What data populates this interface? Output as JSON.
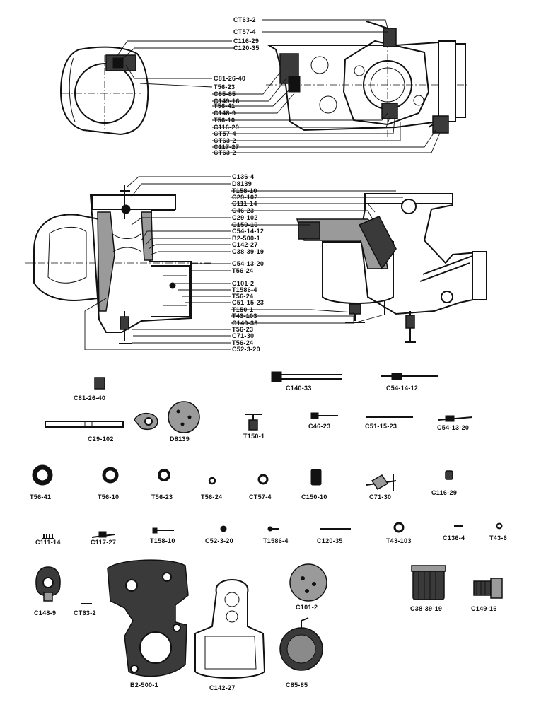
{
  "top_view_labels": [
    "CT63-2",
    "CT57-4",
    "C116-29",
    "C120-35",
    "C81-26-40",
    "T56-23",
    "C85-85",
    "C149-16",
    "T56-41",
    "C148-9",
    "T56-10",
    "C116-29",
    "CT57-4",
    "CT63-2",
    "C117-27",
    "CT63-2"
  ],
  "section_view_labels": [
    "C136-4",
    "D8139",
    "T158-10",
    "C29-102",
    "C111-14",
    "C46-23",
    "C29-102",
    "C150-10",
    "C54-14-12",
    "B2-500-1",
    "C142-27",
    "C38-39-19",
    "C54-13-20",
    "T56-24",
    "C101-2",
    "T1586-4",
    "T56-24",
    "C51-15-23",
    "T150-1",
    "T43-103",
    "C140-33",
    "T56-23",
    "C71-30",
    "T56-24",
    "C52-3-20"
  ],
  "parts": [
    {
      "label": "C81-26-40",
      "icon": "plug-icon"
    },
    {
      "label": "C140-33",
      "icon": "long-screw-icon"
    },
    {
      "label": "C54-14-12",
      "icon": "needle-icon"
    },
    {
      "label": "C29-102",
      "icon": "lever-rod-icon"
    },
    {
      "label": "D8139",
      "icon": "disc-icon"
    },
    {
      "label": "T150-1",
      "icon": "fitting-icon"
    },
    {
      "label": "C46-23",
      "icon": "pin-icon"
    },
    {
      "label": "C51-15-23",
      "icon": "shaft-icon"
    },
    {
      "label": "C54-13-20",
      "icon": "needle-icon"
    },
    {
      "label": "T56-41",
      "icon": "gasket-ring-icon"
    },
    {
      "label": "T56-10",
      "icon": "gasket-ring-icon"
    },
    {
      "label": "T56-23",
      "icon": "gasket-ring-icon"
    },
    {
      "label": "T56-24",
      "icon": "washer-icon"
    },
    {
      "label": "CT57-4",
      "icon": "washer-icon"
    },
    {
      "label": "C150-10",
      "icon": "filter-screen-icon"
    },
    {
      "label": "C71-30",
      "icon": "float-valve-icon"
    },
    {
      "label": "C116-29",
      "icon": "nut-icon"
    },
    {
      "label": "C111-14",
      "icon": "spring-icon"
    },
    {
      "label": "C117-27",
      "icon": "clip-icon"
    },
    {
      "label": "T158-10",
      "icon": "screw-icon"
    },
    {
      "label": "C52-3-20",
      "icon": "jet-icon"
    },
    {
      "label": "T1586-4",
      "icon": "screw-icon"
    },
    {
      "label": "C120-35",
      "icon": "wire-icon"
    },
    {
      "label": "T43-103",
      "icon": "nut-ring-icon"
    },
    {
      "label": "C136-4",
      "icon": "pin-icon"
    },
    {
      "label": "T43-6",
      "icon": "washer-icon"
    },
    {
      "label": "C148-9",
      "icon": "bowl-nut-icon"
    },
    {
      "label": "CT63-2",
      "icon": "cotter-icon"
    },
    {
      "label": "B2-500-1",
      "icon": "throttle-body-icon"
    },
    {
      "label": "C142-27",
      "icon": "bowl-gasket-icon"
    },
    {
      "label": "C101-2",
      "icon": "choke-plate-icon"
    },
    {
      "label": "C85-85",
      "icon": "float-icon"
    },
    {
      "label": "C38-39-19",
      "icon": "coupling-icon"
    },
    {
      "label": "C149-16",
      "icon": "plug-bolt-icon"
    }
  ]
}
